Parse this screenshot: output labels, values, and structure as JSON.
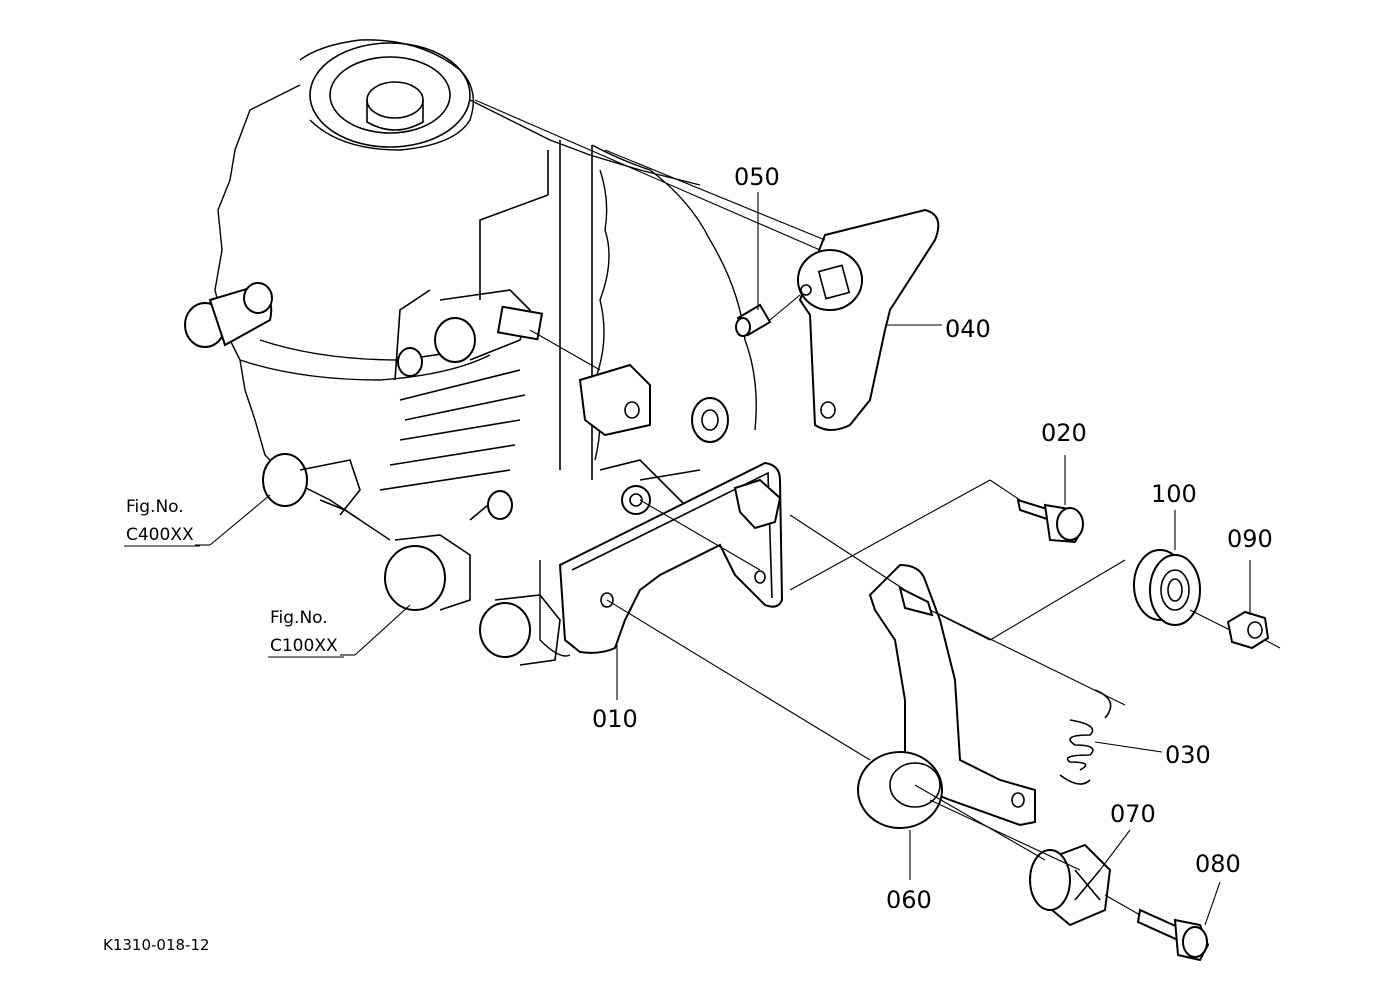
{
  "diagram": {
    "part_labels": [
      {
        "id": "p050",
        "text": "050"
      },
      {
        "id": "p040",
        "text": "040"
      },
      {
        "id": "p020",
        "text": "020"
      },
      {
        "id": "p100",
        "text": "100"
      },
      {
        "id": "p090",
        "text": "090"
      },
      {
        "id": "p010",
        "text": "010"
      },
      {
        "id": "p030",
        "text": "030"
      },
      {
        "id": "p070",
        "text": "070"
      },
      {
        "id": "p060",
        "text": "060"
      },
      {
        "id": "p080",
        "text": "080"
      }
    ],
    "references": [
      {
        "line1": "Fig.No.",
        "line2": "C400XX"
      },
      {
        "line1": "Fig.No.",
        "line2": "C100XX"
      }
    ],
    "drawing_code": "K1310-018-12"
  }
}
